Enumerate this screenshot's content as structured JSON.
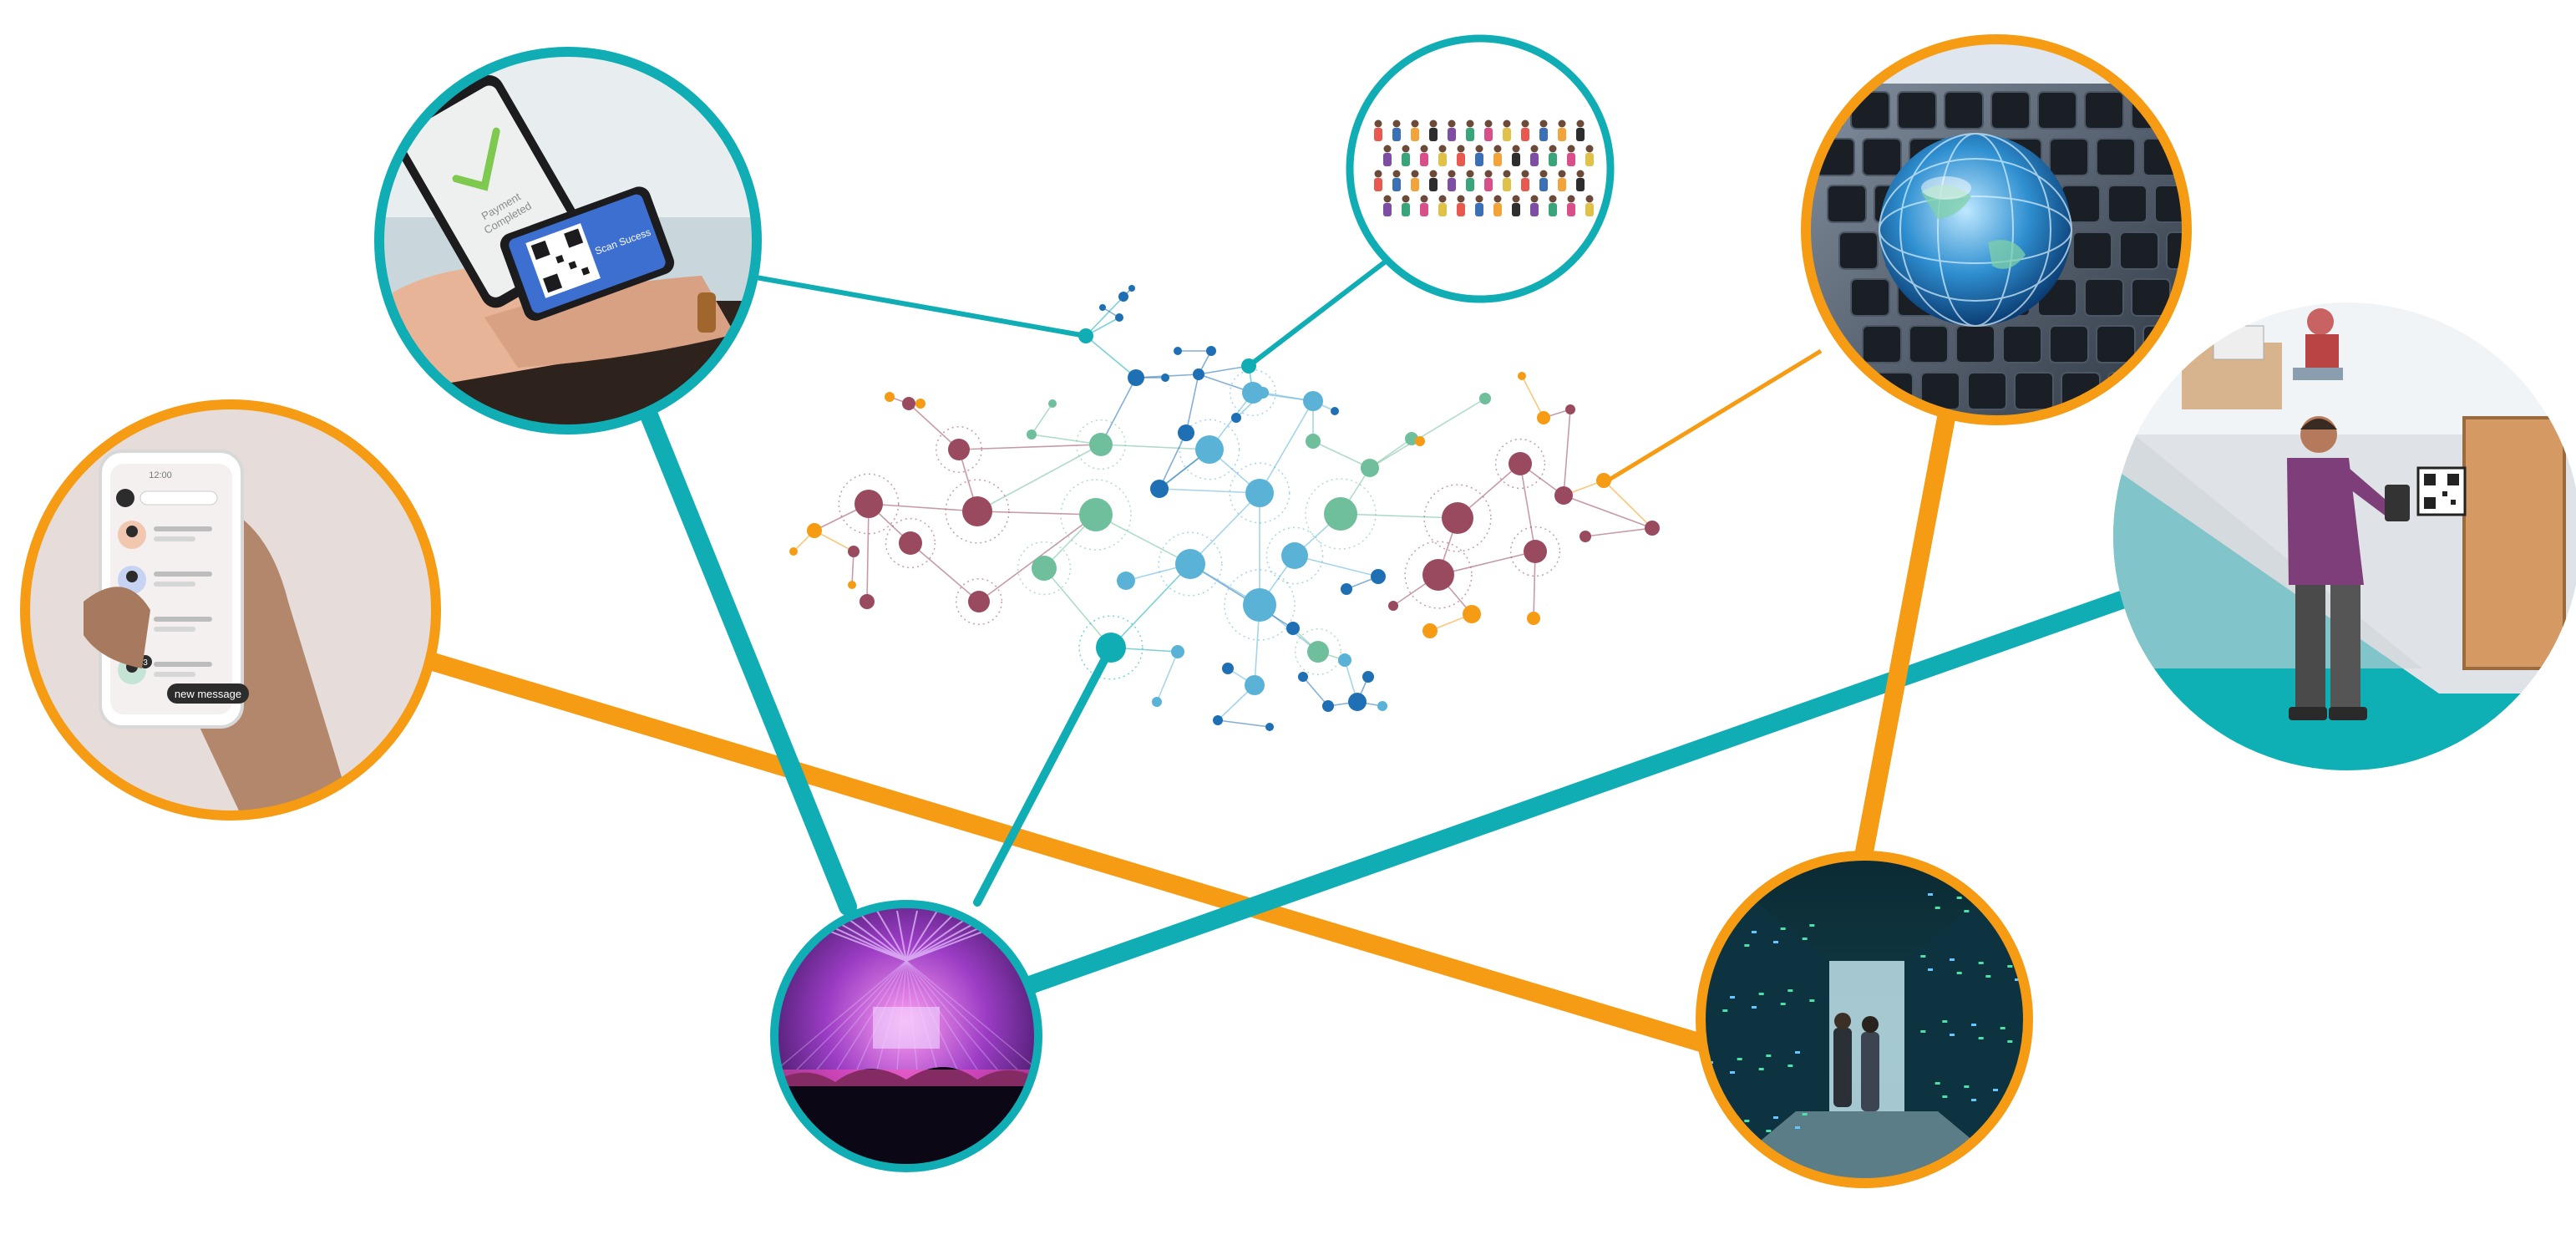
{
  "colors": {
    "teal": "#10adb5",
    "orange": "#f59b14",
    "maroon": "#9a4a5f",
    "blue": "#1e6fb3",
    "sky": "#5ab3d6",
    "green": "#6fbf9c",
    "gold": "#f3a21a",
    "background": "#ffffff"
  },
  "images": {
    "payment": {
      "icon": "qr-payment-photo-icon",
      "phone_text_1": "Payment",
      "phone_text_2": "Completed",
      "scan_text": "Scan Sucess"
    },
    "crowd": {
      "icon": "crowd-illustration-icon"
    },
    "globe": {
      "icon": "globe-on-keyboard-icon"
    },
    "messaging": {
      "icon": "phone-chat-app-icon",
      "time": "12:00",
      "button": "new message",
      "badge": "3"
    },
    "entry": {
      "icon": "qr-door-entry-illustration-icon"
    },
    "concert": {
      "icon": "concert-stage-photo-icon"
    },
    "datacenter": {
      "icon": "server-room-photo-icon"
    }
  }
}
